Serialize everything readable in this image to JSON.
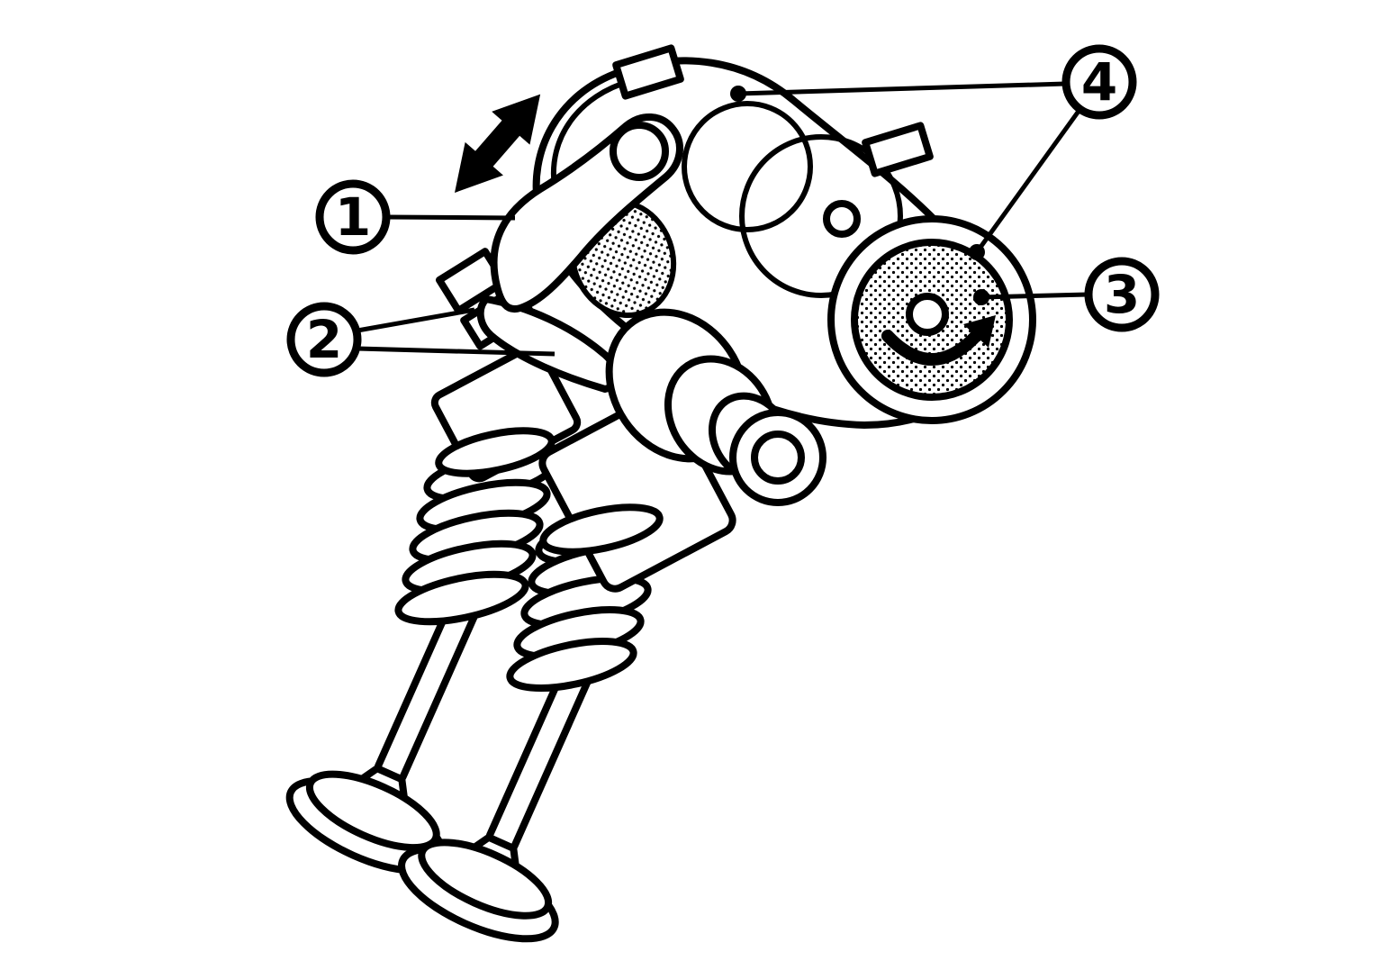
{
  "figure": {
    "background_color": "#ffffff",
    "line_color": "#000000",
    "fill_color": "#ffffff"
  },
  "callouts": [
    {
      "label": "1",
      "target": "rocker-arm"
    },
    {
      "label": "2",
      "target": "valve-lash-adjuster-area"
    },
    {
      "label": "3",
      "target": "camshaft-end-face"
    },
    {
      "label": "4",
      "target": "camshaft-housing"
    }
  ],
  "icons": {
    "slide_arrow": "double-headed-arrow",
    "rotation_arrow": "curved-rotation-arrow"
  }
}
